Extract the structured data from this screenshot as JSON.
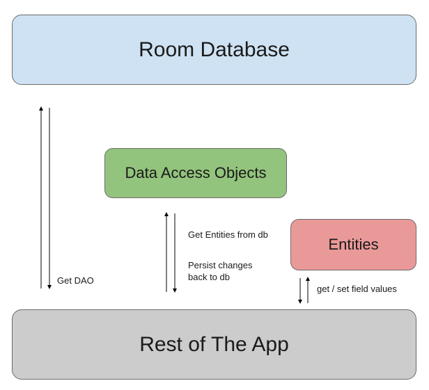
{
  "colors": {
    "room_bg": "#cfe2f3",
    "dao_bg": "#93c47d",
    "entities_bg": "#ea9999",
    "app_bg": "#cccccc",
    "line": "#000000"
  },
  "boxes": {
    "room_database": "Room Database",
    "data_access_objects": "Data Access Objects",
    "entities": "Entities",
    "rest_of_app": "Rest of The App"
  },
  "labels": {
    "get_dao": "Get DAO",
    "get_entities": "Get Entities from db",
    "persist_changes": "Persist changes\nback to db",
    "field_values": "get / set field values"
  }
}
